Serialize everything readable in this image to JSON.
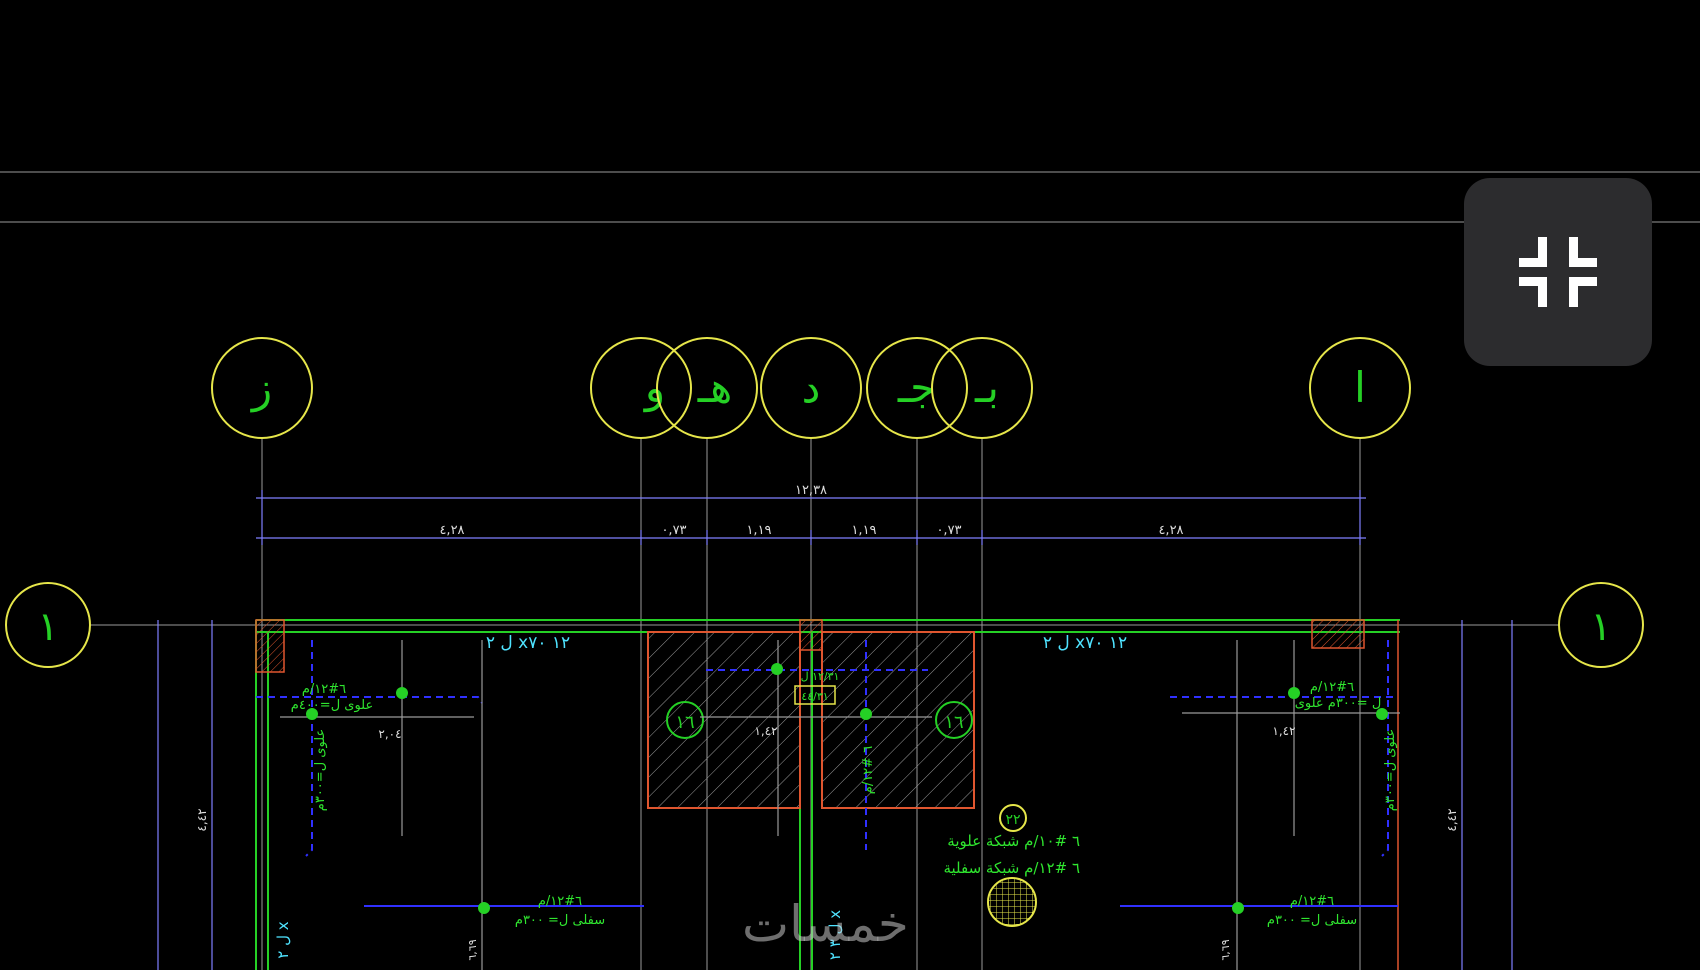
{
  "colors": {
    "background": "#000000",
    "grid_bubble": "#e6e64a",
    "grid_line": "#9a9a9a",
    "dimension": "#7f7fff",
    "wall": "#25d025",
    "text_green": "#2fe52f",
    "text_cyan": "#4fe3ff",
    "column": "#e0562f",
    "rebar": "#3030ff"
  },
  "grid_bubbles_top": [
    {
      "id": "z",
      "label": "ز"
    },
    {
      "id": "w",
      "label": "و"
    },
    {
      "id": "h",
      "label": "هـ"
    },
    {
      "id": "d",
      "label": "د"
    },
    {
      "id": "j",
      "label": "جـ"
    },
    {
      "id": "b",
      "label": "بـ"
    },
    {
      "id": "a",
      "label": "ا"
    }
  ],
  "grid_bubbles_side": [
    {
      "id": "left",
      "label": "١"
    },
    {
      "id": "right",
      "label": "١"
    }
  ],
  "dimensions": {
    "overall": "١٢,٣٨",
    "segments": [
      "٤,٢٨",
      "٠,٧٣",
      "١,١٩",
      "١,١٩",
      "٠,٧٣",
      "٤,٢٨"
    ]
  },
  "beam_labels": [
    "ل ٢ x١٢ ٧٠",
    "ل ٢ x١٢ ٧٠"
  ],
  "pad_marks": [
    "١٦",
    "١٦",
    "٢٢"
  ],
  "rebar_notes": {
    "top_mesh": "٦ #١٠/م   شبكة علوية",
    "bottom_mesh": "٦ #١٢/م   شبكة سفلية",
    "left_top_bar": "٦#١٢/م",
    "left_top_bar2": "علوى ل=٤٠٠م",
    "right_top_bar": "٦#١٢/م",
    "right_top_bar2": "ل =٣٠٠م علوى",
    "left_vertical": "علوى ل=٣٠٠م",
    "right_vertical": "علوى ل=٣٠٠م",
    "left_bottom_bar": "٦#١٢/م",
    "left_bottom_bar2": "سفلى ل= ٣٠٠م",
    "right_bottom_bar": "٦#١٢/م",
    "right_bottom_bar2": "سفلى ل= ٣٠٠م",
    "left_span": "٢,٠٤",
    "right_span": "١,٤٢",
    "center_span": "١,٤٢",
    "side_dim_left": "٤,٤٢",
    "side_dim_right": "٤,٤٢",
    "small_dim_left": "٦,٦٩",
    "small_dim_right": "٦,٦٩",
    "center_box": "٤٤/٣١",
    "center_bar": "١٢/٣١ ل",
    "center_vertical": "٦ #١٢/م",
    "bottom_wall_left": "ل ٢ x",
    "bottom_wall_center": "ل ٣ ٢ x"
  },
  "exit_button": {
    "icon": "exit-fullscreen-icon"
  },
  "watermark": "خمسات"
}
